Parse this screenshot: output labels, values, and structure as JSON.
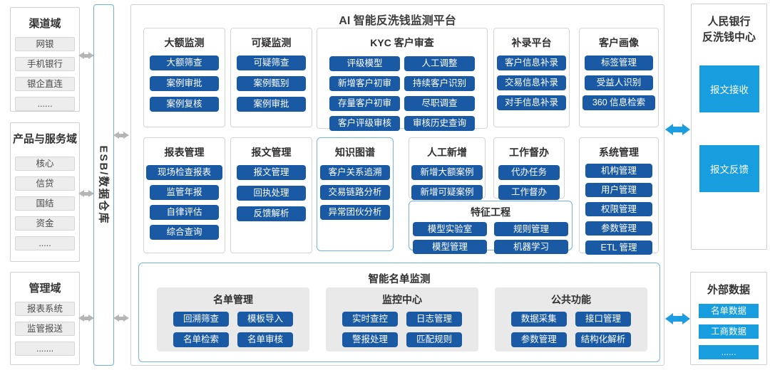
{
  "colors": {
    "primary_button": "#1a5aa5",
    "bright_blue": "#189dde",
    "light_blue_border": "#74b4e2",
    "gray_border": "#cfcfcf",
    "arrow_gray": "#b5b5b5"
  },
  "domains": [
    {
      "title": "渠道域",
      "items": [
        "网银",
        "手机银行",
        "银企直连",
        "......"
      ]
    },
    {
      "title": "产品与服务域",
      "items": [
        "核心",
        "信贷",
        "国结",
        "资金",
        "....."
      ]
    },
    {
      "title": "管理域",
      "items": [
        "报表系统",
        "监管报送",
        "......."
      ]
    }
  ],
  "esb": {
    "label": "ESB/数据仓库"
  },
  "platform": {
    "title": "AI 智能反洗钱监测平台",
    "sections": {
      "large_amount": {
        "title": "大额监测",
        "buttons": [
          "大额筛查",
          "案例审批",
          "案例复核"
        ]
      },
      "suspicious": {
        "title": "可疑监测",
        "buttons": [
          "可疑筛查",
          "案例甄别",
          "案例审批"
        ]
      },
      "kyc": {
        "title": "KYC 客户审查",
        "buttons": [
          "评级模型",
          "人工调整",
          "新增客户初审",
          "持续客户识别",
          "存量客户初审",
          "尽职调查",
          "客户评级审核",
          "审核历史查询"
        ]
      },
      "supplement": {
        "title": "补录平台",
        "buttons": [
          "客户信息补录",
          "交易信息补录",
          "对手信息补录"
        ]
      },
      "profile": {
        "title": "客户画像",
        "buttons": [
          "标签管理",
          "受益人识别",
          "360 信息检索"
        ]
      },
      "report": {
        "title": "报表管理",
        "buttons": [
          "现场检查报表",
          "监管年报",
          "自律评估",
          "综合查询"
        ]
      },
      "message": {
        "title": "报文管理",
        "buttons": [
          "报文管理",
          "回执处理",
          "反馈解析"
        ]
      },
      "graph": {
        "title": "知识图谱",
        "buttons": [
          "客户关系追溯",
          "交易链路分析",
          "异常团伙分析"
        ]
      },
      "manual": {
        "title": "人工新增",
        "buttons": [
          "新增大额案例",
          "新增可疑案例"
        ]
      },
      "supervise": {
        "title": "工作督办",
        "buttons": [
          "代办任务",
          "工作督办"
        ]
      },
      "system": {
        "title": "系统管理",
        "buttons": [
          "机构管理",
          "用户管理",
          "权限管理",
          "参数管理",
          "ETL 管理"
        ]
      },
      "feature": {
        "title": "特征工程",
        "buttons": [
          "模型实验室",
          "规则管理",
          "模型管理",
          "机器学习"
        ]
      }
    },
    "smart_list": {
      "title": "智能名单监测",
      "groups": [
        {
          "title": "名单管理",
          "buttons": [
            "回溯筛查",
            "模板导入",
            "名单检索",
            "名单审核"
          ]
        },
        {
          "title": "监控中心",
          "buttons": [
            "实时查控",
            "日志管理",
            "警报处理",
            "匹配规则"
          ]
        },
        {
          "title": "公共功能",
          "buttons": [
            "数据采集",
            "接口管理",
            "参数管理",
            "结构化解析"
          ]
        }
      ]
    }
  },
  "pboc": {
    "title_line1": "人民银行",
    "title_line2": "反洗钱中心",
    "items": [
      "报文接收",
      "报文反馈"
    ]
  },
  "external": {
    "title": "外部数据",
    "items": [
      "名单数据",
      "工商数据",
      "......"
    ]
  }
}
